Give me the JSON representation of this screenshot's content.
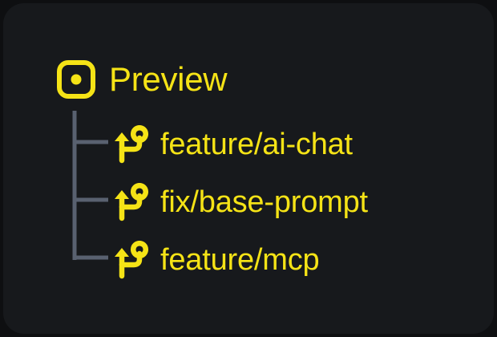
{
  "theme": {
    "page_background": "#0e0f11",
    "card_background": "#17191c",
    "accent": "#f5e316",
    "tree_line": "#596170"
  },
  "tree": {
    "root": {
      "label": "Preview",
      "icon": "preview-dot-square-icon"
    },
    "branches": [
      {
        "label": "feature/ai-chat",
        "icon": "git-branch-icon"
      },
      {
        "label": "fix/base-prompt",
        "icon": "git-branch-icon"
      },
      {
        "label": "feature/mcp",
        "icon": "git-branch-icon"
      }
    ]
  }
}
